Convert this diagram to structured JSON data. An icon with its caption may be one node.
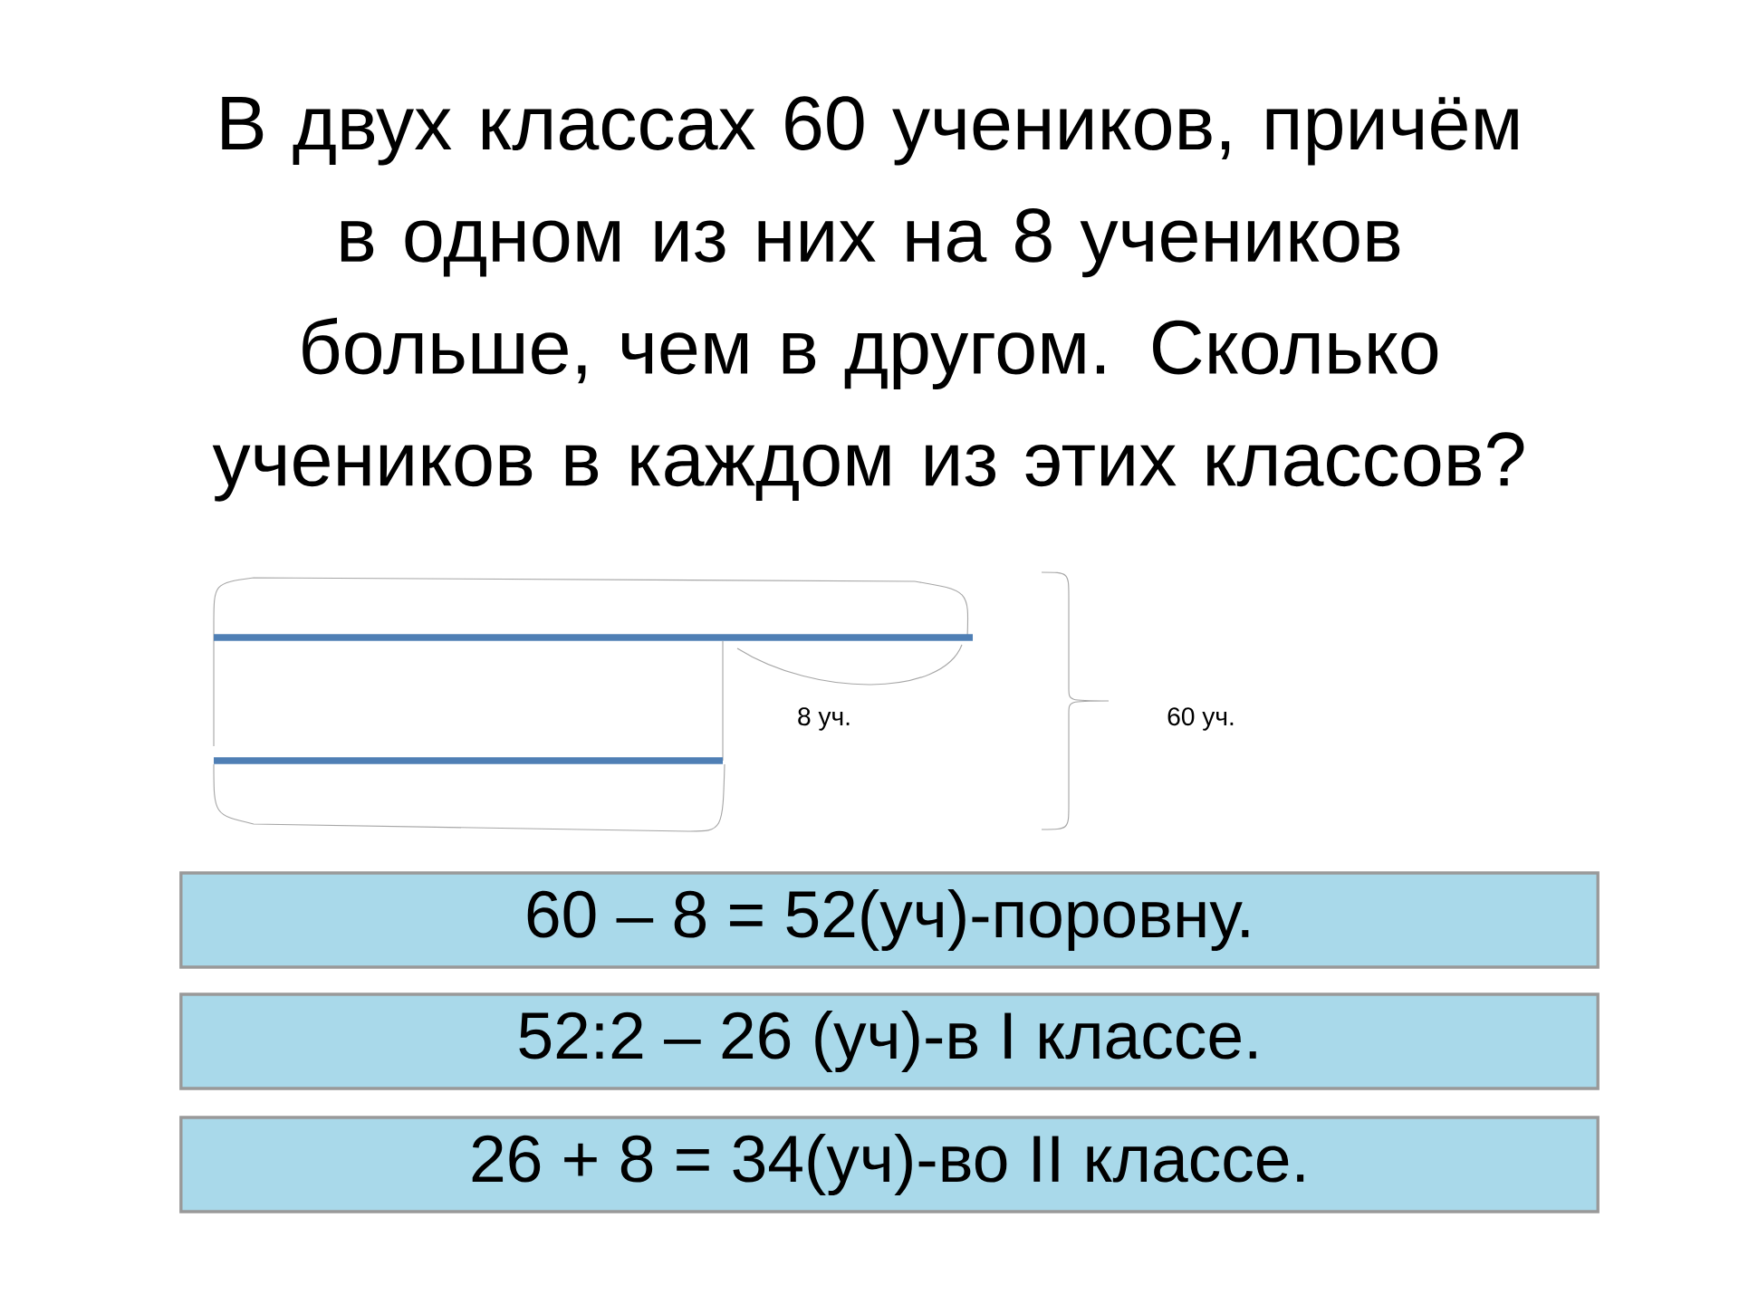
{
  "diagram": {
    "title": "В двух классах 60 учеников, причём в одном из них на 8 учеников больше, чем в другом. Сколько учеников в каждом из этих классов?",
    "nodes": [
      {
        "text": [
          "60 – 8 = 52(уч)-поровну."
        ]
      },
      {
        "text": [
          "52:2 – 26 (уч)-в I классе."
        ]
      },
      {
        "text": [
          "26 + 8 = 34(уч)-во II классе."
        ]
      }
    ],
    "labels": [
      "8 уч.",
      "60 уч."
    ]
  }
}
